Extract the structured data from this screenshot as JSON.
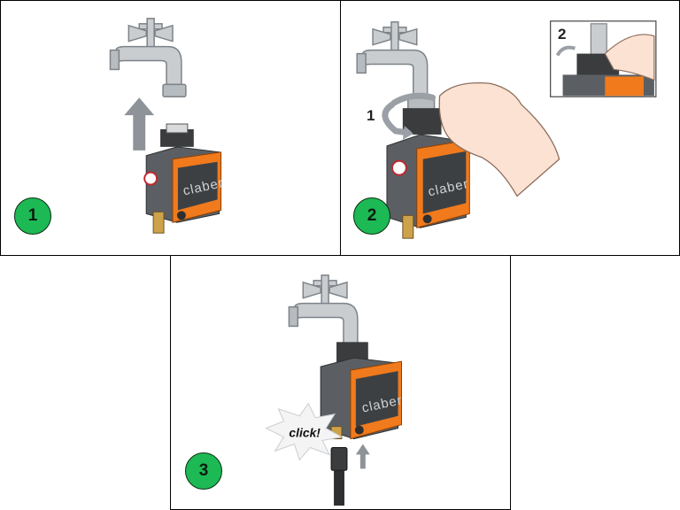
{
  "panels": [
    {
      "step": "1",
      "brand": "claber"
    },
    {
      "step": "2",
      "brand": "claber",
      "sub_steps": [
        "1",
        "2"
      ]
    },
    {
      "step": "3",
      "brand": "claber",
      "sound": "click!"
    }
  ],
  "colors": {
    "badge": "#1db954",
    "device_orange": "#f07a1c",
    "device_grey": "#5b5f63"
  }
}
